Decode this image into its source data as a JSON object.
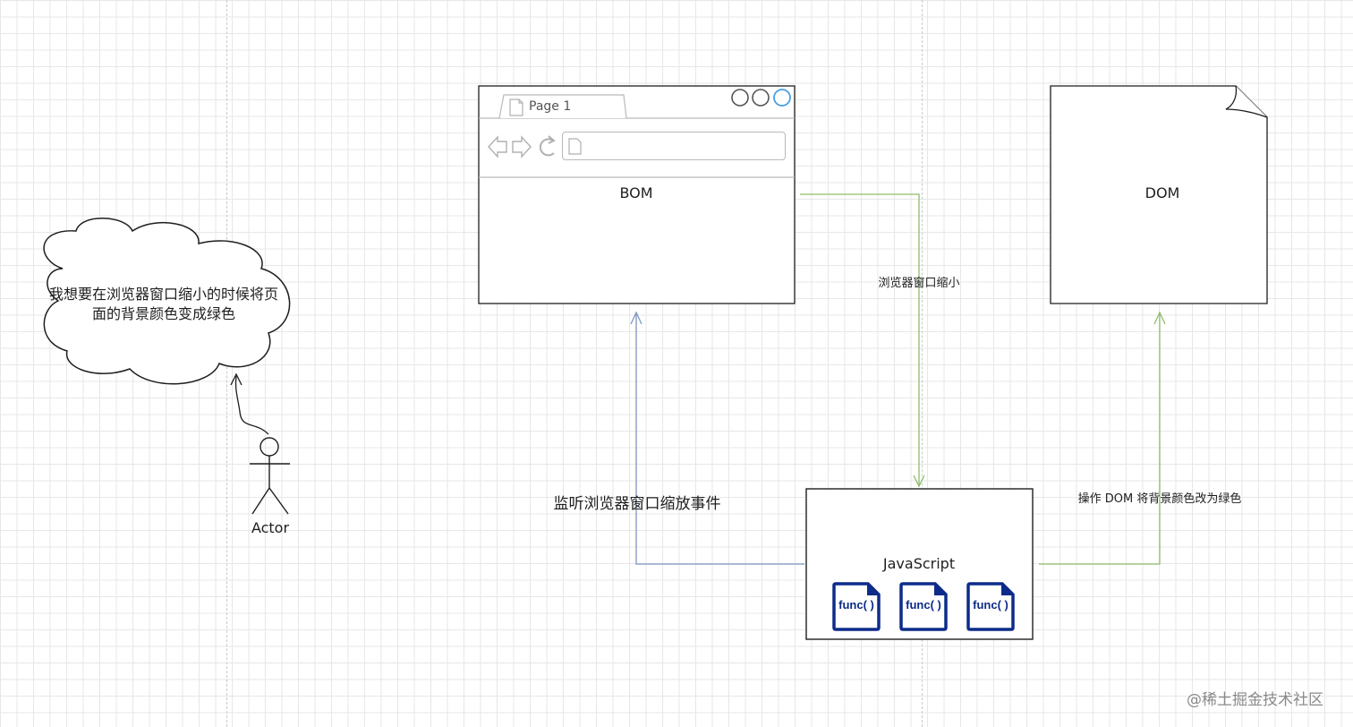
{
  "cloud": {
    "text_line1": "我想要在浏览器窗口缩小的时候将页",
    "text_line2": "面的背景颜色变成绿色"
  },
  "actor": {
    "label": "Actor"
  },
  "browser": {
    "tab_label": "Page 1",
    "title": "BOM"
  },
  "dom": {
    "title": "DOM"
  },
  "javascript": {
    "title": "JavaScript",
    "functions": [
      "func( )",
      "func( )",
      "func( )"
    ]
  },
  "edges": {
    "bom_to_js": "浏览器窗口缩小",
    "js_to_bom": "监听浏览器窗口缩放事件",
    "js_to_dom": "操作 DOM 将背景颜色改为绿色"
  },
  "watermark": "@稀土掘金技术社区",
  "colors": {
    "green_arrow": "#8fbc6b",
    "blue_arrow": "#7f95c4",
    "func_blue": "#0d2b8a",
    "window_button_blue": "#4a9fe0"
  },
  "icons": [
    "page-icon",
    "back-arrow-icon",
    "forward-arrow-icon",
    "reload-icon",
    "document-icon",
    "file-icon"
  ]
}
